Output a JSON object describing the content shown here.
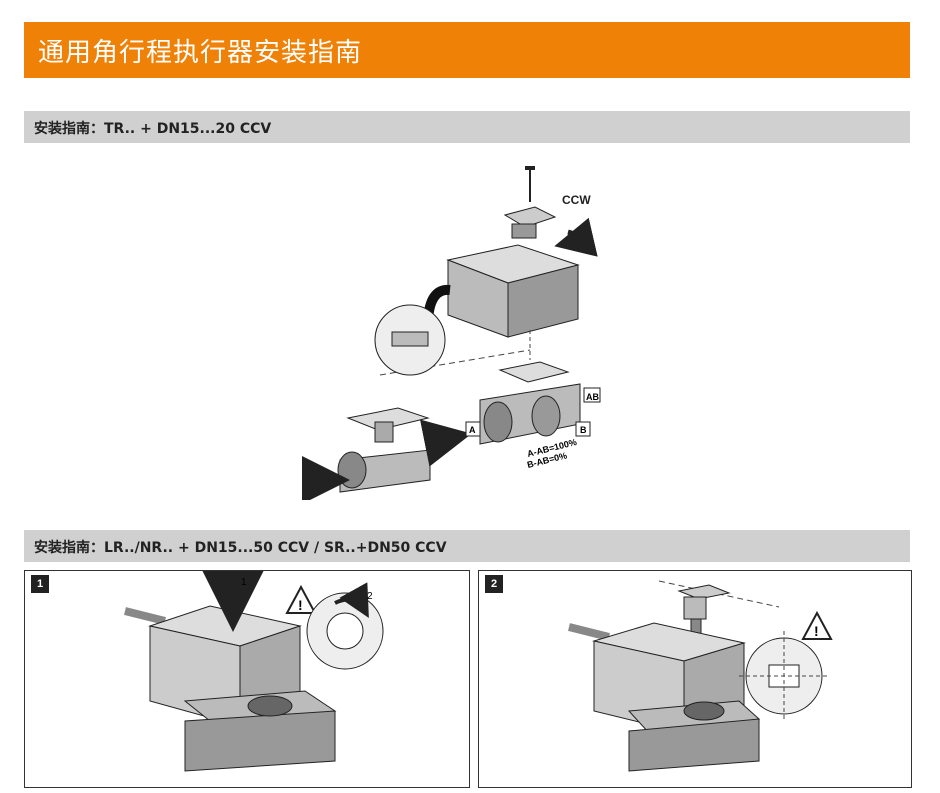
{
  "header": {
    "title": "通用角行程执行器安装指南",
    "color": "#ee8106"
  },
  "sections": [
    {
      "title": "安装指南：TR.. + DN15...20 CCV"
    },
    {
      "title": "安装指南：LR../NR.. + DN15...50 CCV / SR..+DN50 CCV"
    }
  ],
  "figure1": {
    "rotation_label": "CCW",
    "port_a": "A",
    "port_b": "B",
    "port_ab": "AB",
    "flow_line1": "A-AB=100%",
    "flow_line2": "B-AB=0%"
  },
  "panels": [
    {
      "step": "1",
      "callout1": "1",
      "callout2": "2",
      "warning_icon": "warning-triangle"
    },
    {
      "step": "2",
      "warning_icon": "warning-triangle"
    }
  ]
}
